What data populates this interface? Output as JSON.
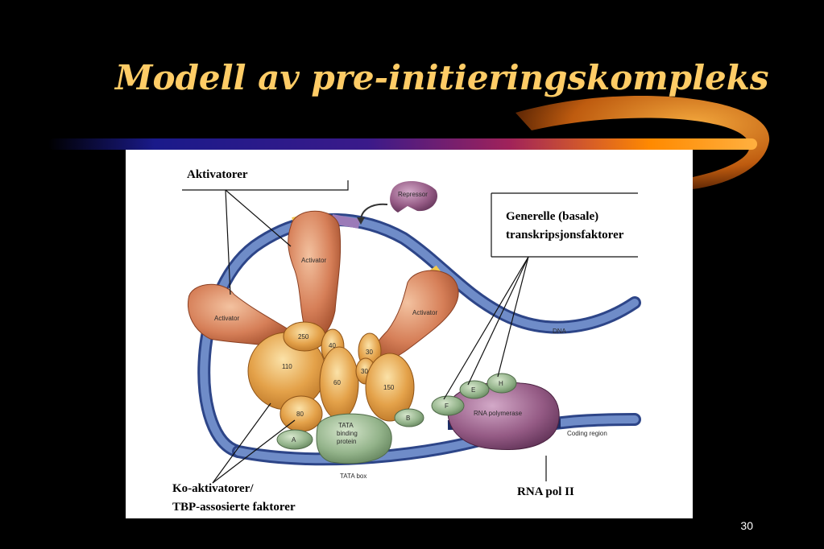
{
  "slide": {
    "title": "Modell av pre-initieringskompleks",
    "page_number": "30"
  },
  "labels": {
    "aktivatorer": "Aktivatorer",
    "generelle_line1": "Generelle (basale)",
    "generelle_line2": "transkripsjonsfaktorer",
    "koaktivatorer_line1": "Ko-aktivatorer/",
    "koaktivatorer_line2": "TBP-assosierte faktorer",
    "rna_pol": "RNA pol II"
  },
  "diagram_text": {
    "repressor": "Repressor",
    "activator_left": "Activator",
    "activator_center": "Activator",
    "activator_right": "Activator",
    "dna": "DNA",
    "coding_region": "Coding region",
    "tata_box": "TATA box",
    "tbp_line1": "TATA",
    "tbp_line2": "binding",
    "tbp_line3": "protein",
    "rna_polymerase": "RNA polymerase",
    "taf_250": "250",
    "taf_40": "40",
    "taf_30a": "30",
    "taf_30b": "30",
    "taf_110": "110",
    "taf_60": "60",
    "taf_150": "150",
    "taf_80": "80",
    "gtf_a": "A",
    "gtf_b": "B",
    "gtf_f": "F",
    "gtf_e": "E",
    "gtf_h": "H"
  },
  "colors": {
    "background": "#000000",
    "title": "#FFCC66",
    "dna": "#5b79b8",
    "activator": "#d9845f",
    "taf": "#e0a24a",
    "gtf": "#8fae86",
    "polymerase": "#8a4f78"
  }
}
